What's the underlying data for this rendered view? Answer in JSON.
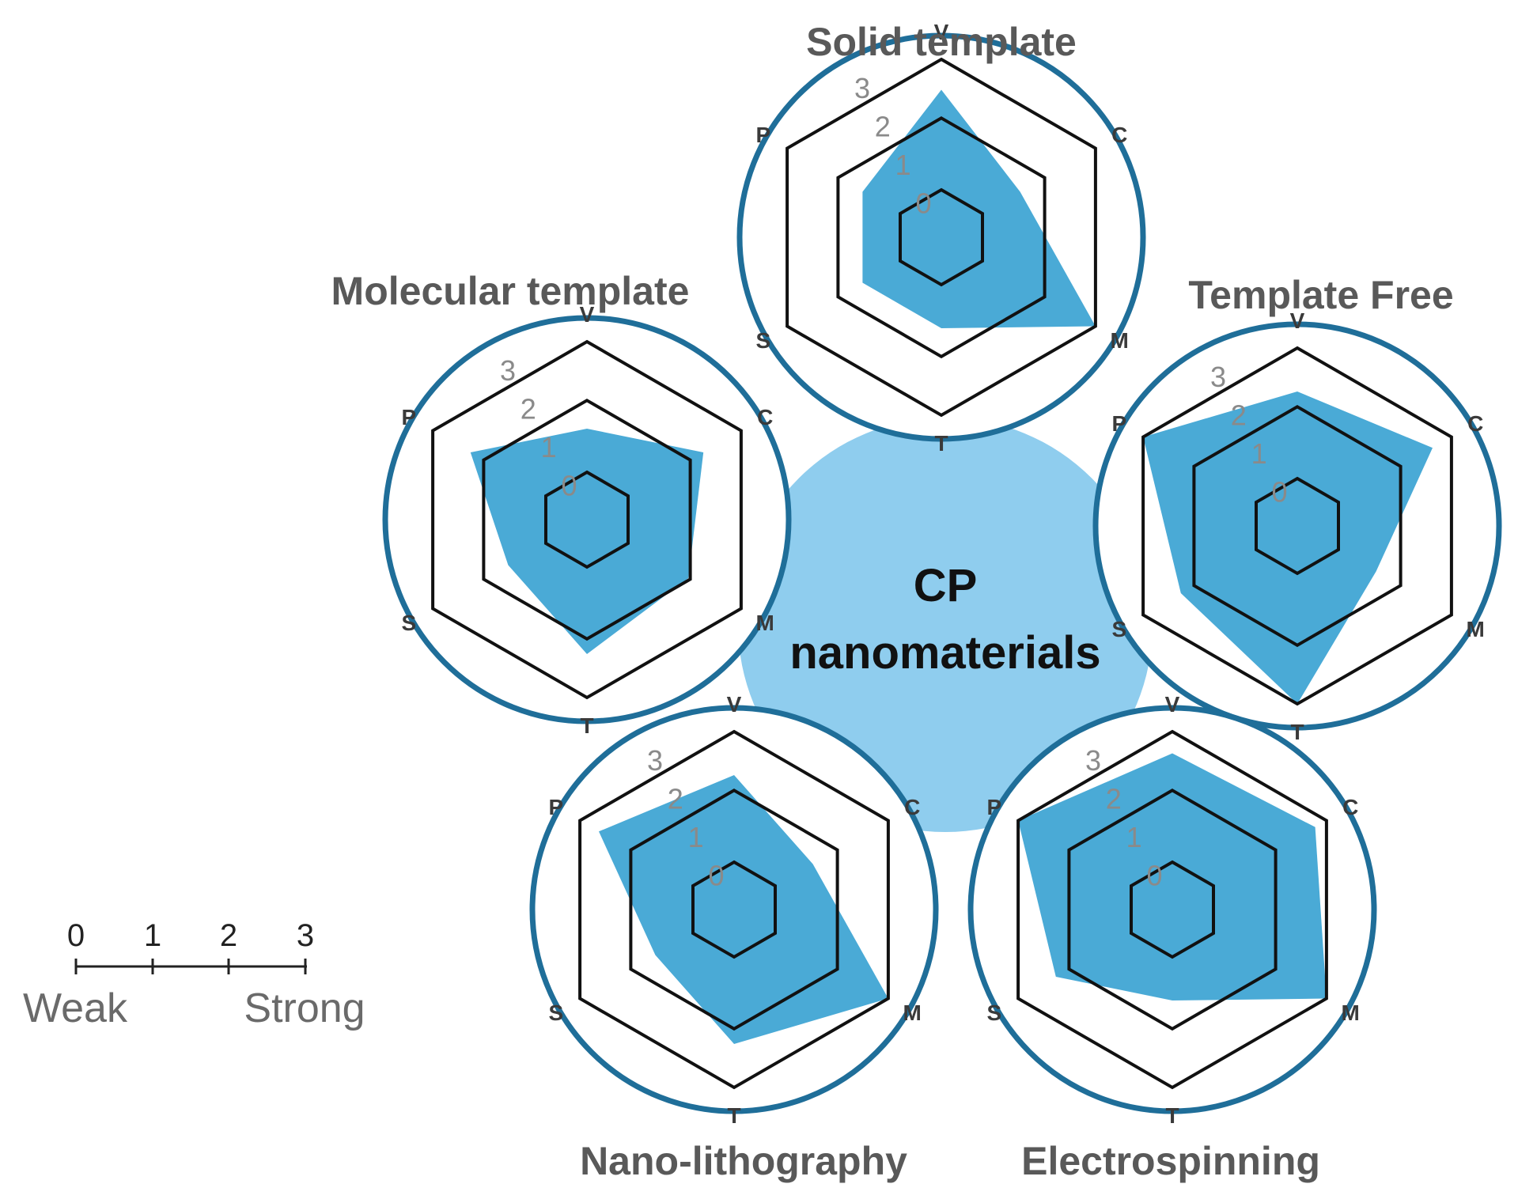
{
  "center": {
    "line1": "CP",
    "line2": "nanomaterials"
  },
  "colors": {
    "accent_ring": "#1f6e99",
    "fill": "#4aaad6",
    "center_fill": "#8fcdee",
    "grid": "#111111",
    "labels": "#595959",
    "axis_labels": "#3a3a3a",
    "level_labels": "#8a8a8a"
  },
  "legend": {
    "ticks": [
      "0",
      "1",
      "2",
      "3"
    ],
    "weak_label": "Weak",
    "strong_label": "Strong"
  },
  "chart_data": {
    "type": "radar",
    "axes": [
      "V",
      "C",
      "M",
      "T",
      "S",
      "P"
    ],
    "levels": [
      "0",
      "1",
      "2",
      "3"
    ],
    "range": [
      0,
      3
    ],
    "charts": [
      {
        "id": "solid",
        "title": "Solid template",
        "values": [
          2.3,
          1.0,
          3.0,
          1.0,
          1.0,
          1.0
        ]
      },
      {
        "id": "molecular",
        "title": "Molecular template",
        "values": [
          1.0,
          2.0,
          1.6,
          2.0,
          1.0,
          2.0
        ]
      },
      {
        "id": "free",
        "title": "Template Free",
        "values": [
          2.0,
          2.5,
          1.0,
          3.0,
          2.0,
          3.0
        ]
      },
      {
        "id": "nano",
        "title": "Nano-lithography",
        "values": [
          2.0,
          1.0,
          3.0,
          2.0,
          1.0,
          2.5
        ]
      },
      {
        "id": "electro",
        "title": "Electrospinning",
        "values": [
          2.5,
          2.7,
          3.0,
          1.0,
          2.0,
          3.0
        ]
      }
    ]
  }
}
